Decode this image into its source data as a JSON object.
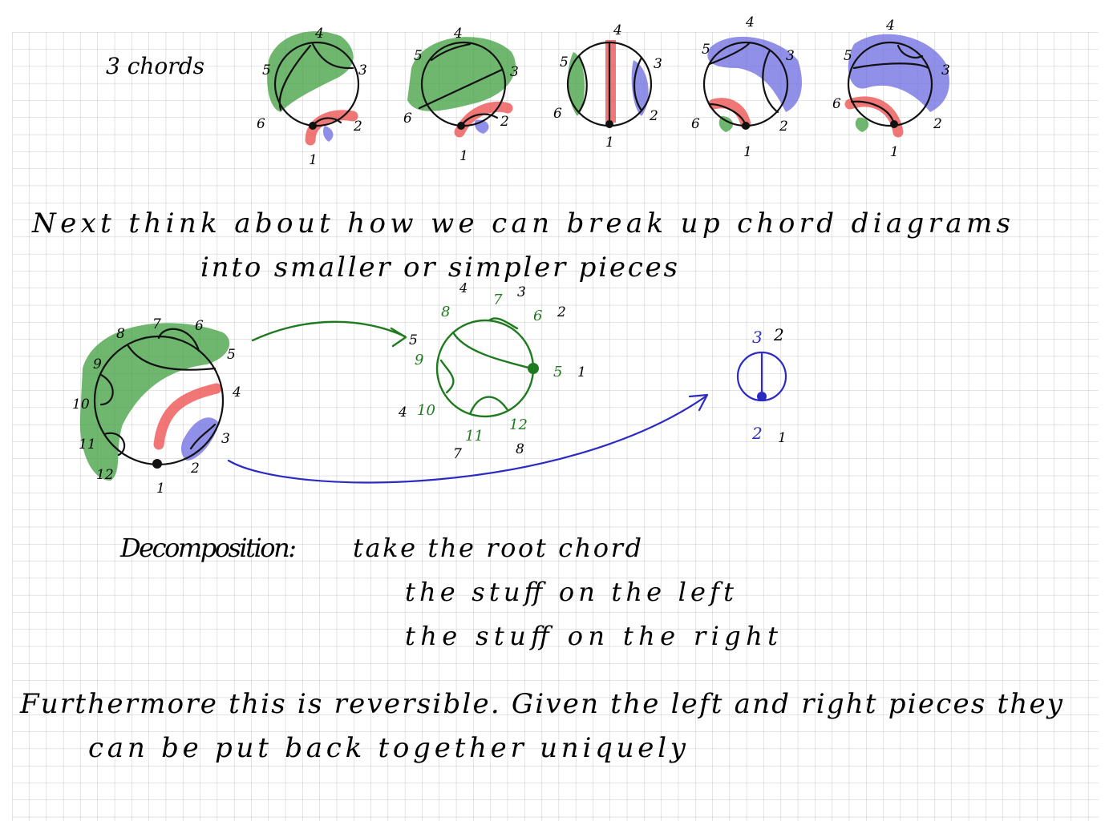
{
  "top_row": {
    "label": "3 chords",
    "diagram_labels": [
      "1",
      "2",
      "3",
      "4",
      "5",
      "6"
    ]
  },
  "sentence1": {
    "line1": "Next think about how we can break up chord diagrams",
    "line2": "into smaller or simpler pieces"
  },
  "big_diagram": {
    "labels": [
      "1",
      "2",
      "3",
      "4",
      "5",
      "6",
      "7",
      "8",
      "9",
      "10",
      "11",
      "12"
    ]
  },
  "green_diagram": {
    "crossed_labels": [
      "8",
      "7",
      "6",
      "5",
      "9",
      "10",
      "11",
      "12"
    ],
    "new_labels": [
      "4",
      "3",
      "2",
      "1",
      "5",
      "4",
      "7",
      "8"
    ]
  },
  "blue_diagram": {
    "crossed_labels": [
      "3",
      "2"
    ],
    "new_labels": [
      "2",
      "1"
    ]
  },
  "decomposition": {
    "title": "Decomposition:",
    "line1": "take the root chord",
    "line2": "the stuff on the left",
    "line3": "the stuff on the right"
  },
  "furthermore": {
    "line1": "Furthermore this is reversible. Given the left and right pieces they",
    "line2": "can be put back together uniquely"
  },
  "colors": {
    "green_highlight": "#3f9f3f",
    "blue_highlight": "#6b6be0",
    "red_highlight": "#ee5555",
    "green_ink": "#1e7a1e",
    "blue_ink": "#2b2bc4",
    "grid": "#c8c8c8"
  }
}
